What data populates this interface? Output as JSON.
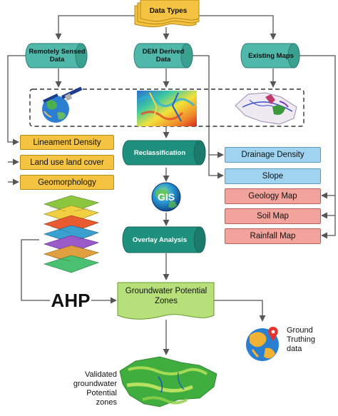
{
  "nodes": {
    "data_types": "Data Types",
    "remotely_sensed": "Remotely Sensed Data",
    "dem_derived": "DEM Derived Data",
    "existing_maps": "Existing Maps",
    "reclassification": "Reclassification",
    "gis": "GIS",
    "overlay_analysis": "Overlay Analysis",
    "ahp": "AHP",
    "gw_zones": "Groundwater Potential Zones",
    "ground_truthing": "Ground Truthing data",
    "validated": "Validated groundwater Potential zones"
  },
  "remote_layers": [
    "Lineament Density",
    "Land use land cover",
    "Geomorphology"
  ],
  "dem_layers": [
    "Drainage Density",
    "Slope"
  ],
  "map_layers": [
    "Geology Map",
    "Soil Map",
    "Rainfall Map"
  ],
  "colors": {
    "cylinder": "#4fb8aa",
    "yellow_box": "#f5c342",
    "blue_box": "#9fd3f0",
    "red_box": "#f2a39b",
    "wave_box": "#b8e07a",
    "arrow": "#555555"
  },
  "icons": [
    "satellite-globe-icon",
    "dem-raster-icon",
    "drainage-map-icon",
    "gis-globe-icon",
    "stacked-layers-icon",
    "ground-truth-globe-icon",
    "validated-map-icon"
  ]
}
